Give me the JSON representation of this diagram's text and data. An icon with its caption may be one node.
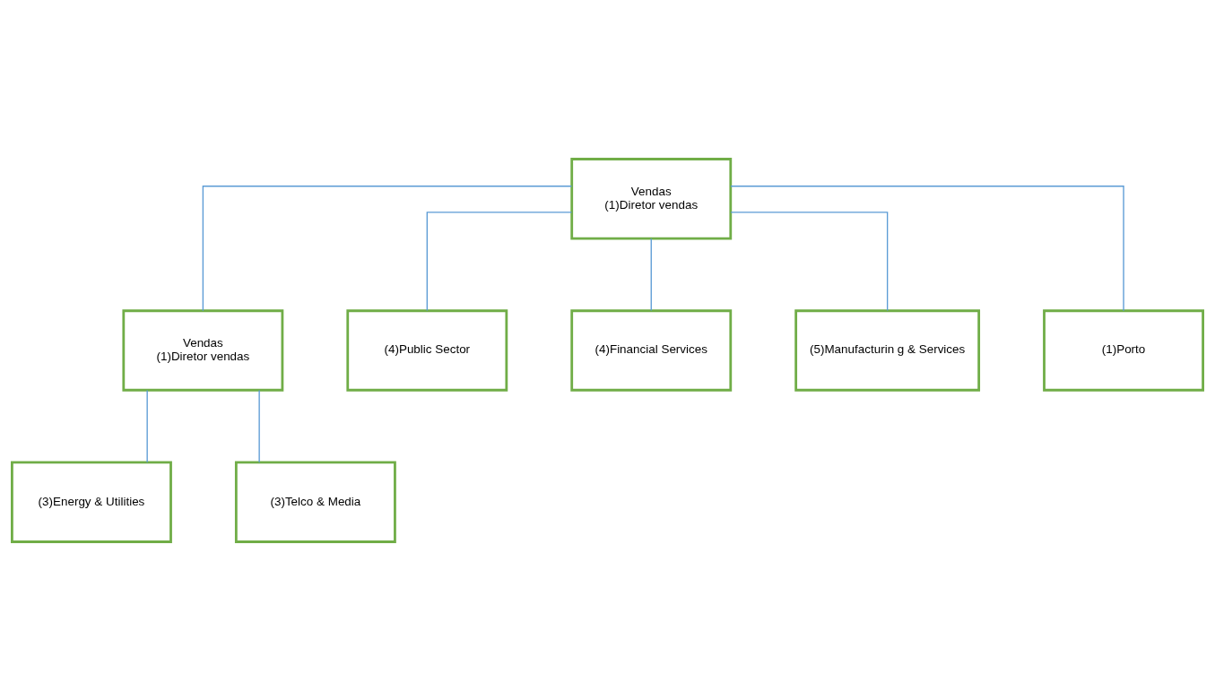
{
  "diagram": {
    "nodes": [
      {
        "text": [
          "Vendas",
          "(1)Diretor vendas"
        ]
      },
      {
        "text": [
          "Vendas",
          "(1)Diretor vendas"
        ]
      },
      {
        "text": [
          "(3)Energy & Utilities"
        ]
      },
      {
        "text": [
          "(3)Telco & Media"
        ]
      },
      {
        "text": [
          "(4)Public Sector"
        ]
      },
      {
        "text": [
          "(4)Financial Services"
        ]
      },
      {
        "text": [
          "(5)Manufacturin g & Services"
        ]
      },
      {
        "text": [
          "(1)Porto"
        ]
      }
    ],
    "edges": [
      {
        "from": 0,
        "to": 1,
        "arrow": "none"
      },
      {
        "from": 1,
        "to": 2,
        "arrow": "none"
      },
      {
        "from": 1,
        "to": 3,
        "arrow": "none"
      },
      {
        "from": 0,
        "to": 4,
        "arrow": "none"
      },
      {
        "from": 0,
        "to": 5,
        "arrow": "none"
      },
      {
        "from": 0,
        "to": 6,
        "arrow": "none"
      },
      {
        "from": 0,
        "to": 7,
        "arrow": "none"
      }
    ]
  }
}
